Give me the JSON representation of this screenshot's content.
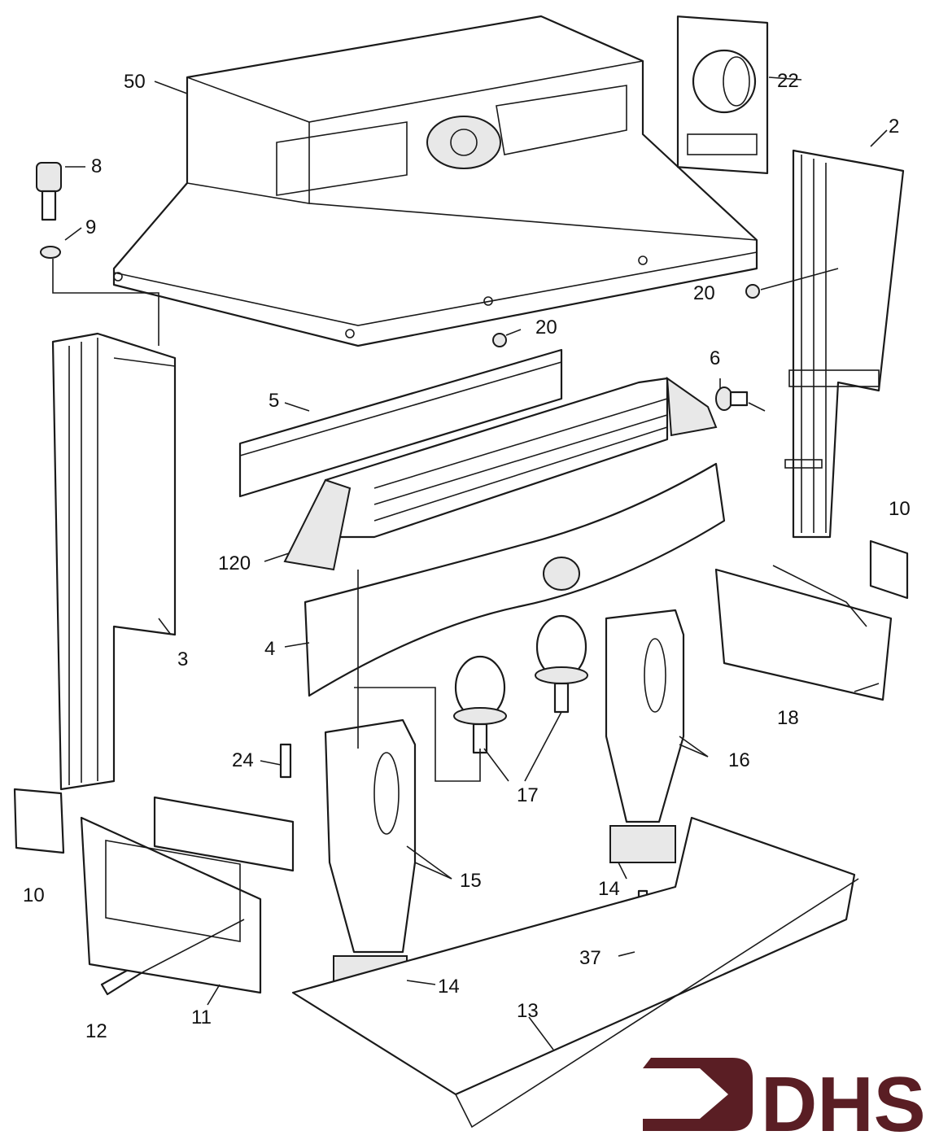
{
  "diagram": {
    "type": "exploded parts diagram",
    "subject": "stove / fireplace assembly",
    "callouts": [
      {
        "id": "c50",
        "label": "50",
        "part": "hood"
      },
      {
        "id": "c22",
        "label": "22",
        "part": "flue-collar-plate"
      },
      {
        "id": "c2",
        "label": "2",
        "part": "right-side-panel"
      },
      {
        "id": "c8",
        "label": "8",
        "part": "knob"
      },
      {
        "id": "c9",
        "label": "9",
        "part": "washer"
      },
      {
        "id": "c20a",
        "label": "20",
        "part": "grommet"
      },
      {
        "id": "c20b",
        "label": "20",
        "part": "grommet"
      },
      {
        "id": "c5",
        "label": "5",
        "part": "support-bar"
      },
      {
        "id": "c6",
        "label": "6",
        "part": "fitting"
      },
      {
        "id": "c120",
        "label": "120",
        "part": "louvre-assembly"
      },
      {
        "id": "c10a",
        "label": "10",
        "part": "clip"
      },
      {
        "id": "c10b",
        "label": "10",
        "part": "clip"
      },
      {
        "id": "c4",
        "label": "4",
        "part": "decorative-front-grille"
      },
      {
        "id": "c3",
        "label": "3",
        "part": "left-side-panel"
      },
      {
        "id": "c18",
        "label": "18",
        "part": "bracket-plate"
      },
      {
        "id": "c24",
        "label": "24",
        "part": "screw"
      },
      {
        "id": "c17",
        "label": "17",
        "part": "finials"
      },
      {
        "id": "c16",
        "label": "16",
        "part": "right-leg"
      },
      {
        "id": "c15",
        "label": "15",
        "part": "left-leg"
      },
      {
        "id": "c14a",
        "label": "14",
        "part": "foot"
      },
      {
        "id": "c14b",
        "label": "14",
        "part": "foot"
      },
      {
        "id": "c37",
        "label": "37",
        "part": "bolt"
      },
      {
        "id": "c11",
        "label": "11",
        "part": "side-vent-panel"
      },
      {
        "id": "c12",
        "label": "12",
        "part": "screw"
      },
      {
        "id": "c13",
        "label": "13",
        "part": "base-tray"
      }
    ]
  },
  "logo": {
    "text": "DHS",
    "color": "#5a1e24"
  }
}
